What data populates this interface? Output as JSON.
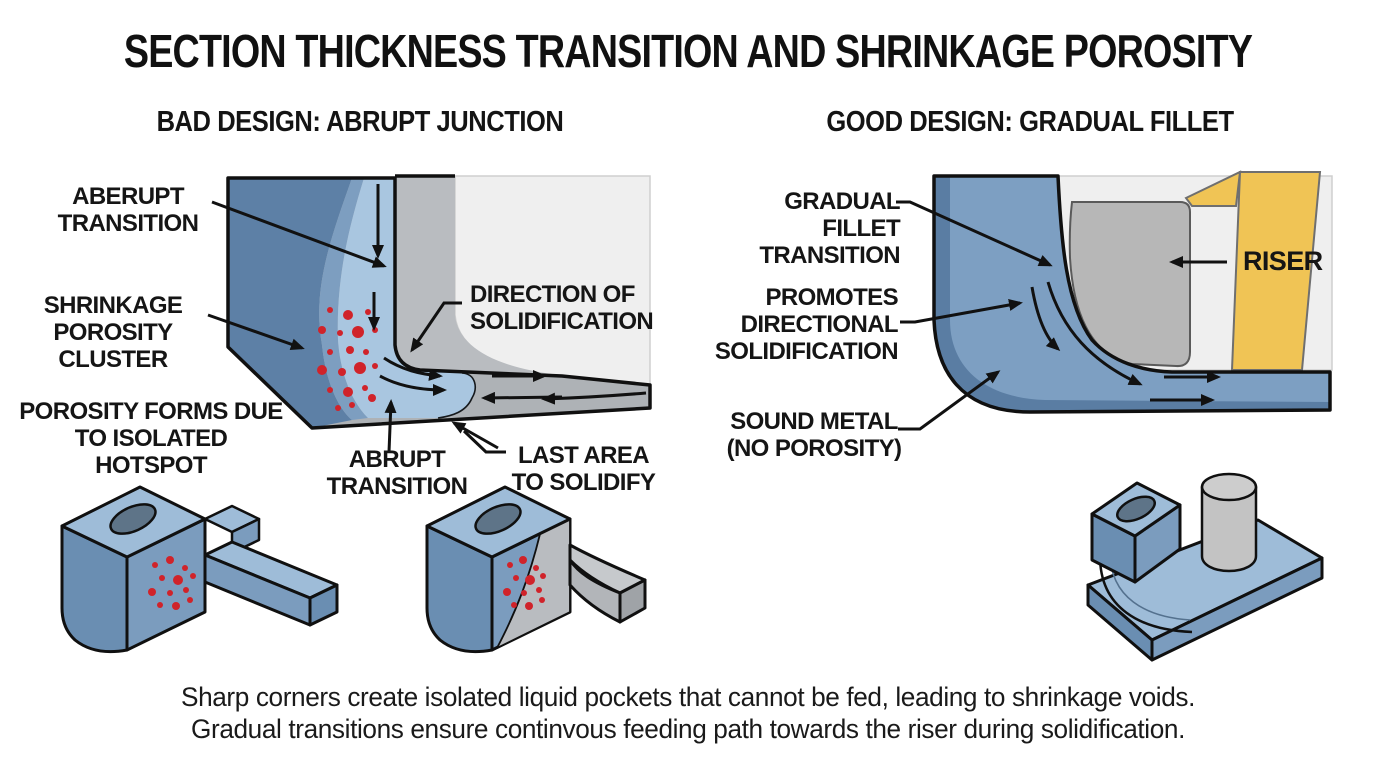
{
  "title": "SECTION THICKNESS TRANSITION AND SHRINKAGE POROSITY",
  "bad": {
    "heading": "BAD DESIGN: ABRUPT JUNCTION",
    "labels": {
      "aberupt_transition": "ABERUPT\nTRANSITION",
      "shrinkage_porosity_cluster": "SHRINKAGE\nPOROSITY\nCLUSTER",
      "porosity_forms": "POROSITY FORMS DUE\nTO ISOLATED HOTSPOT",
      "direction_of_solidification": "DIRECTION OF\nSOLIDIFICATION",
      "abrupt_transition": "ABRUPT\nTRANSITION",
      "last_area": "LAST AREA\nTO SOLIDIFY"
    }
  },
  "good": {
    "heading": "GOOD DESIGN: GRADUAL FILLET",
    "labels": {
      "gradual_fillet_transition": "GRADUAL FILLET\nTRANSITION",
      "promotes_directional": "PROMOTES\nDIRECTIONAL\nSOLIDIFICATION",
      "sound_metal": "SOUND METAL\n(NO POROSITY)",
      "riser": "RISER"
    }
  },
  "caption": {
    "line1": "Sharp corners create isolated liquid pockets that cannot be fed, leading to shrinkage voids.",
    "line2": "Gradual transitions ensure continvous feeding path towards the riser during solidification."
  },
  "colors": {
    "metal_blue_dark": "#5d80a6",
    "metal_blue_mid": "#7d9ec0",
    "liquid_pocket_blue": "#a9c6e0",
    "solidified_gray": "#b2b6ba",
    "mold_offwhite": "#efefef",
    "riser_yellow": "#f0c455",
    "porosity_red": "#d0232a",
    "line_black": "#111111"
  }
}
